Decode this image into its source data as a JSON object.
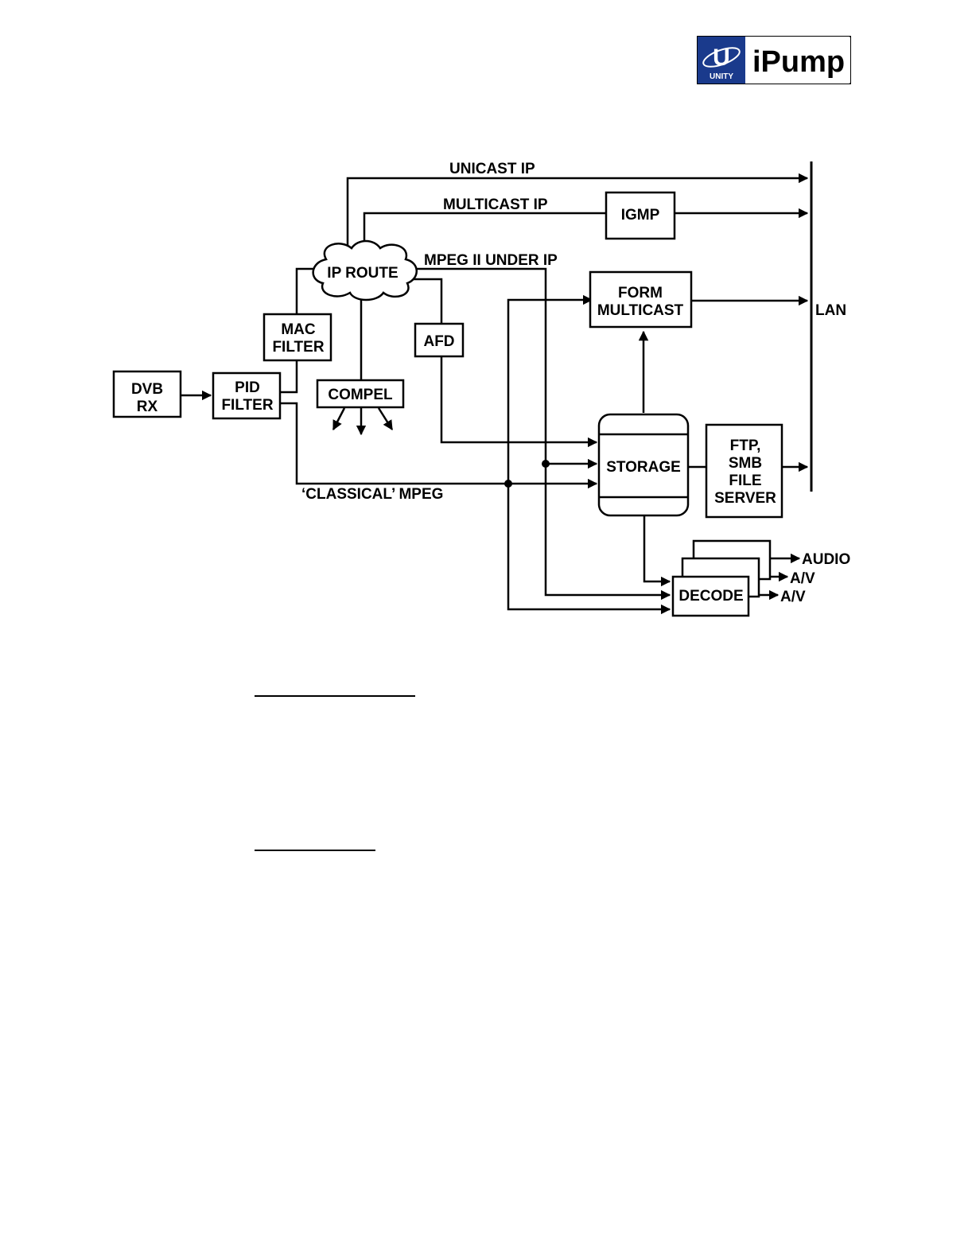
{
  "logo": {
    "mark": "U",
    "sub": "UNITY",
    "name": "iPump",
    "colors": {
      "blue": "#1a3a8c",
      "border": "#000000"
    }
  },
  "diagram": {
    "blocks": {
      "dvb_rx": [
        "DVB",
        "RX"
      ],
      "pid_filter": [
        "PID",
        "FILTER"
      ],
      "mac_filter": [
        "MAC",
        "FILTER"
      ],
      "ip_route": "IP ROUTE",
      "compel": "COMPEL",
      "afd": "AFD",
      "igmp": "IGMP",
      "form_multicast": [
        "FORM",
        "MULTICAST"
      ],
      "storage": "STORAGE",
      "ftp_server": [
        "FTP,",
        "SMB",
        "FILE",
        "SERVER"
      ],
      "decode": "DECODE"
    },
    "flows": {
      "unicast": "UNICAST IP",
      "multicast": "MULTICAST IP",
      "mpeg_under_ip": "MPEG II UNDER IP",
      "classical": "‘CLASSICAL’ MPEG",
      "lan": "LAN",
      "audio": "AUDIO",
      "av1": "A/V",
      "av2": "A/V"
    }
  }
}
